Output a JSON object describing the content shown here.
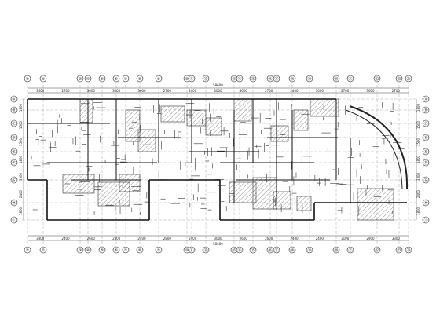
{
  "drawing": {
    "axis_top": [
      "①",
      "②",
      "③",
      "④",
      "⑤",
      "⑥",
      "⑦",
      "⑧",
      "⑨",
      "⑩",
      "⑪",
      "⑫",
      "⑬",
      "⑭",
      "⑮",
      "⑯",
      "⑰",
      "⑱",
      "⑲",
      "⑳",
      "㉑",
      "㉒",
      "㉓",
      "㉔"
    ],
    "axis_bottom": [
      "①",
      "②",
      "③",
      "④",
      "⑤",
      "⑥",
      "⑦",
      "⑧",
      "⑨",
      "⑩",
      "⑪",
      "⑫",
      "⑬",
      "⑭",
      "⑮",
      "⑯",
      "⑰",
      "⑱",
      "⑲",
      "⑳",
      "㉑",
      "㉒",
      "㉓",
      "㉔"
    ],
    "axis_left": [
      "Ⓐ",
      "Ⓑ",
      "Ⓒ",
      "Ⓓ",
      "Ⓔ",
      "Ⓕ",
      "Ⓖ",
      "Ⓗ",
      "Ⓘ"
    ],
    "axis_right": [
      "Ⓐ",
      "Ⓑ",
      "Ⓒ",
      "Ⓓ",
      "Ⓔ",
      "Ⓕ",
      "Ⓖ",
      "Ⓗ",
      "Ⓘ"
    ],
    "dims_top_row1": [
      "3600",
      "2700",
      "3000",
      "3000",
      "3600",
      "2700",
      "2400",
      "3000",
      "3600",
      "2700",
      "2400",
      "3000",
      "2700",
      "3600",
      "2700"
    ],
    "dims_top_overall": "58600",
    "dims_bottom_row1": [
      "3300",
      "2400",
      "2600",
      "2400",
      "2400",
      "2800",
      "2400",
      "3000",
      "2600",
      "2600",
      "2400",
      "2400",
      "3100",
      "2900",
      "3300"
    ],
    "dims_bottom_overall": "58600",
    "dims_left": [
      "1800",
      "1500",
      "3500",
      "1800",
      "3300",
      "2400",
      "1800"
    ],
    "dims_right": [
      "1800",
      "1500",
      "3500",
      "1800",
      "3300",
      "2400",
      "1800"
    ]
  }
}
